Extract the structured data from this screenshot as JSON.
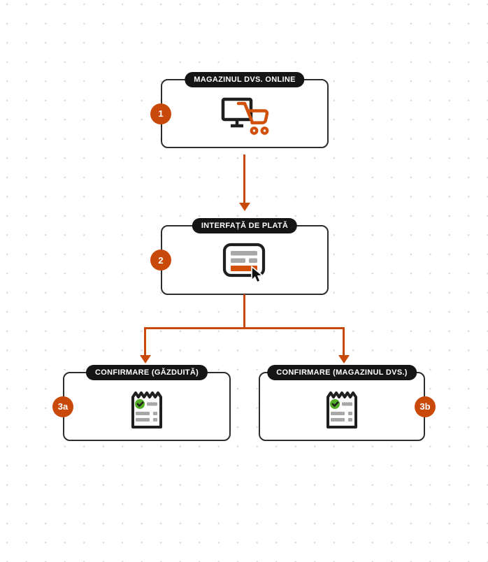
{
  "colors": {
    "accent": "#C9490B",
    "bg": "#FFFFFF",
    "dot": "#DBDBDB",
    "node_border": "#2D2D2D",
    "pill_bg": "#151515",
    "pill_text": "#FFFFFF",
    "icon_dark": "#1F1F1F",
    "icon_gray": "#A7A7A7",
    "icon_green": "#53AD26",
    "icon_orange": "#D1500A",
    "cursor_black": "#111111"
  },
  "diagram": {
    "nodes": [
      {
        "id": "1",
        "badge": "1",
        "badge_side": "left",
        "label": "MAGAZINUL DVS. ONLINE",
        "icon": "monitor-cart"
      },
      {
        "id": "2",
        "badge": "2",
        "badge_side": "left",
        "label": "INTERFAȚĂ DE PLATĂ",
        "icon": "payment-form-cursor"
      },
      {
        "id": "3a",
        "badge": "3a",
        "badge_side": "left",
        "label": "CONFIRMARE (GĂZDUITĂ)",
        "icon": "receipt-check"
      },
      {
        "id": "3b",
        "badge": "3b",
        "badge_side": "right",
        "label": "CONFIRMARE (MAGAZINUL DVS.)",
        "icon": "receipt-check"
      }
    ],
    "edges": [
      {
        "from": "1",
        "to": "2"
      },
      {
        "from": "2",
        "to": "3a"
      },
      {
        "from": "2",
        "to": "3b"
      }
    ]
  }
}
